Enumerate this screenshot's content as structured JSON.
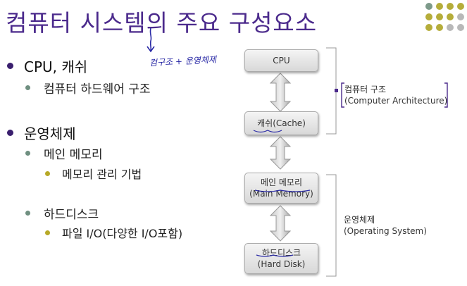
{
  "title": "컴퓨터 시스템의 주요 구성요소",
  "bullets": {
    "level1_a": "CPU, 캐쉬",
    "level2_a": "컴퓨터 하드웨어 구조",
    "level1_b": "운영체제",
    "level2_b": "메인 메모리",
    "level3_b": "메모리 관리 기법",
    "level2_c": "하드디스크",
    "level3_c": "파일 I/O(다양한 I/O포함)"
  },
  "diagram": {
    "box_cpu": "CPU",
    "box_cache": "캐쉬(Cache)",
    "box_memory_line1": "메인 메모리",
    "box_memory_line2": "(Main Memory)",
    "box_disk_line1": "하드디스크",
    "box_disk_line2": "(Hard Disk)",
    "arch_label_line1": "컴퓨터 구조",
    "arch_label_line2": "(Computer Architecture)",
    "os_label_line1": "운영체제",
    "os_label_line2": "(Operating System)"
  },
  "annotation": {
    "handwritten_note": "컴구조 + 운영체제"
  },
  "colors": {
    "title": "#4b2a8c",
    "dot_olive": "#b5ad3a",
    "dot_gray": "#b8b8b8",
    "dot_green": "#7d9a8a",
    "handwriting": "#2a2aa6"
  }
}
